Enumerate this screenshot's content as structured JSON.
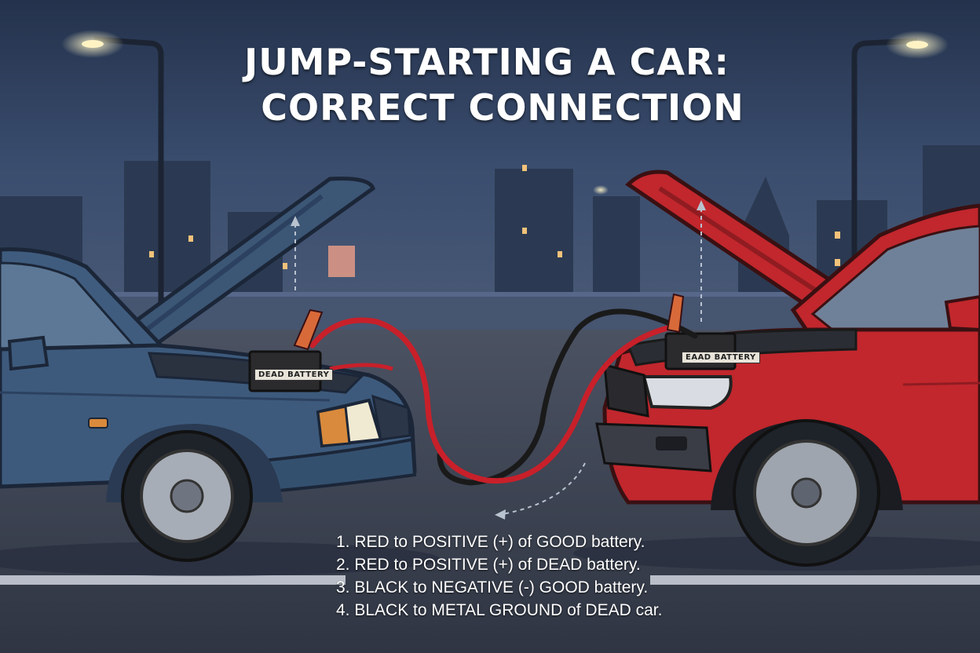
{
  "title": {
    "line1": "JUMP-STARTING A CAR:",
    "line2": "CORRECT CONNECTION"
  },
  "batteries": {
    "dead_label": "DEAD BATTERY",
    "good_label": "EAAD BATTERY"
  },
  "steps": [
    "1. RED to POSITIVE (+) of GOOD battery.",
    "2. RED to POSITIVE (+) of DEAD battery.",
    "3. BLACK to NEGATIVE (-) GOOD battery.",
    "4. BLACK to METAL GROUND of DEAD car."
  ],
  "colors": {
    "sky": "#2a3a55",
    "blue_car": "#3d5a7c",
    "red_car": "#c1272d",
    "red_cable": "#c8202a",
    "black_cable": "#1a1a1a",
    "road": "#3a4150"
  }
}
